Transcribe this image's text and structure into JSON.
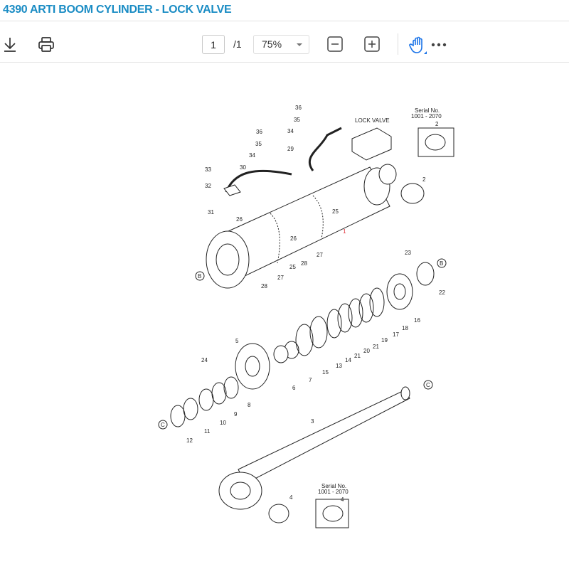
{
  "header": {
    "title": "4390 ARTI BOOM CYLINDER - LOCK VALVE"
  },
  "toolbar": {
    "download_icon": "download-icon",
    "print_icon": "print-icon",
    "page_current": "1",
    "page_total": "/1",
    "zoom_value": "75%",
    "zoom_out_icon": "minus-box-icon",
    "zoom_in_icon": "plus-box-icon",
    "hand_tool_icon": "hand-icon",
    "more_icon": "more-horizontal-icon",
    "accent": "#1a8cc4"
  },
  "diagram": {
    "lock_valve": "LOCK VALVE",
    "serial_label": "Serial No.",
    "serial_range": "1001 - 2070",
    "callouts": [
      "36",
      "35",
      "34",
      "36",
      "35",
      "34",
      "29",
      "30",
      "33",
      "32",
      "31",
      "26",
      "25",
      "26",
      "28",
      "27",
      "25",
      "27",
      "28",
      "1",
      "B",
      "23",
      "B",
      "22",
      "16",
      "18",
      "17",
      "19",
      "21",
      "20",
      "21",
      "14",
      "13",
      "15",
      "7",
      "6",
      "5",
      "24",
      "8",
      "9",
      "10",
      "11",
      "12",
      "C",
      "C",
      "3",
      "4",
      "4",
      "2",
      "2"
    ]
  }
}
